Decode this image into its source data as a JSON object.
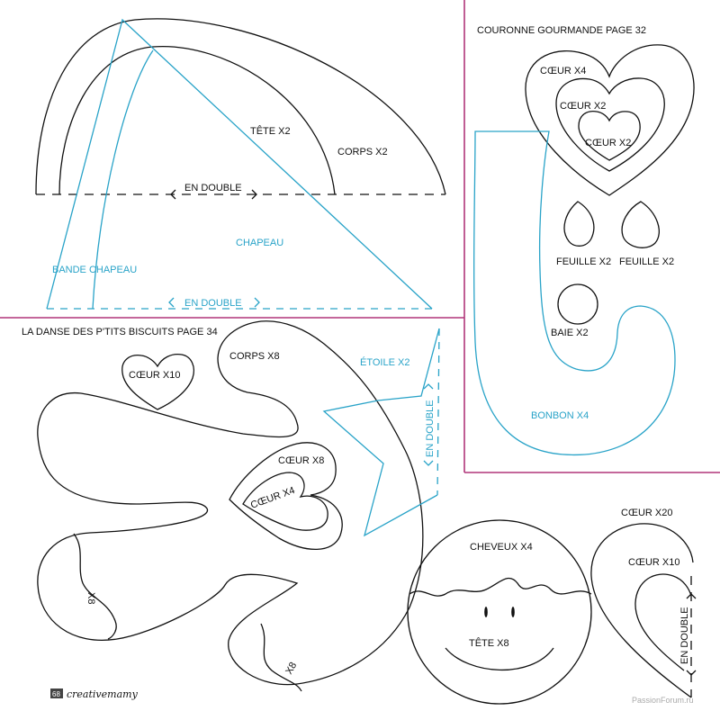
{
  "sections": {
    "couronne_title": "COURONNE GOURMANDE PAGE 32",
    "danse_title": "LA DANSE DES P'TITS BISCUITS PAGE 34"
  },
  "labels": {
    "tete_x2": "TÊTE X2",
    "corps_x2": "CORPS X2",
    "en_double_1": "EN DOUBLE",
    "chapeau": "CHAPEAU",
    "bande_chapeau": "BANDE CHAPEAU",
    "en_double_2": "EN DOUBLE",
    "coeur_x4_top": "CŒUR X4",
    "coeur_x2_mid": "CŒUR X2",
    "coeur_x2_small": "CŒUR X2",
    "feuille_x2_a": "FEUILLE X2",
    "feuille_x2_b": "FEUILLE X2",
    "baie_x2": "BAIE X2",
    "bonbon_x4": "BONBON X4",
    "coeur_x10_left": "CŒUR X10",
    "corps_x8": "CORPS X8",
    "etoile_x2": "ÉTOILE X2",
    "en_double_3": "EN DOUBLE",
    "coeur_x8": "CŒUR X8",
    "coeur_x4_inner": "CŒUR X4",
    "x8_a": "X8",
    "x8_b": "X8",
    "cheveux_x4": "CHEVEUX X4",
    "tete_x8": "TÊTE X8",
    "coeur_x20": "CŒUR X20",
    "coeur_x10_right": "CŒUR X10",
    "en_double_4": "EN DOUBLE"
  },
  "footer": {
    "page_number": "68",
    "brand": "creativemamy",
    "watermark": "PassionForum.ru"
  },
  "colors": {
    "blue": "#29a3c8",
    "magenta": "#b0357a",
    "black": "#111111"
  }
}
